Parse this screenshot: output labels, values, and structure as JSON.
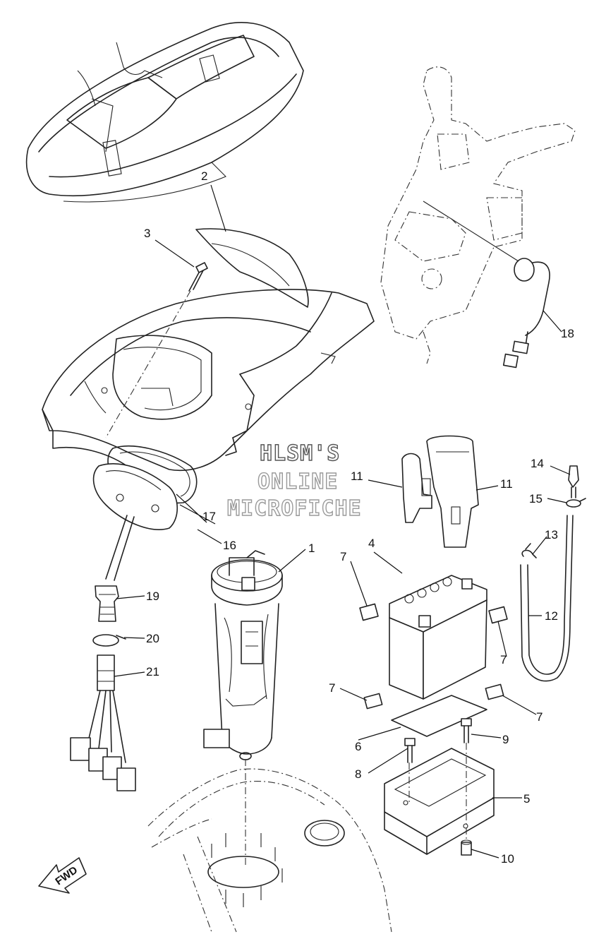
{
  "watermark": {
    "line1": "HLSM'S",
    "line2": "ONLINE",
    "line3": "MICROFICHE"
  },
  "direction_marker": "FWD",
  "callouts": {
    "c1": "1",
    "c2": "2",
    "c3": "3",
    "c4": "4",
    "c5": "5",
    "c6": "6",
    "c7a": "7",
    "c7b": "7",
    "c7c": "7",
    "c7d": "7",
    "c8": "8",
    "c9": "9",
    "c10": "10",
    "c11a": "11",
    "c11b": "11",
    "c12": "12",
    "c13": "13",
    "c14": "14",
    "c15": "15",
    "c16": "16",
    "c17": "17",
    "c18": "18",
    "c19": "19",
    "c20": "20",
    "c21": "21"
  }
}
